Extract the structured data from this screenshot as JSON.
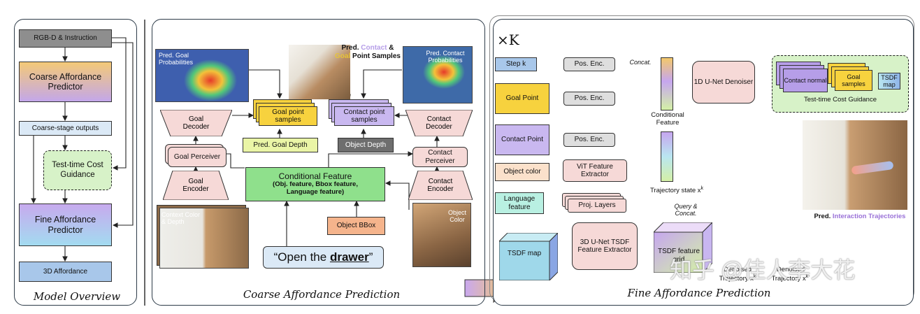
{
  "overview": {
    "rgbd": "RGB-D & Instruction",
    "coarse": "Coarse Affordance Predictor",
    "coarse_outputs": "Coarse-stage outputs",
    "ttcg": "Test-time Cost Guidance",
    "fine": "Fine Affordance Predictor",
    "affordance3d": "3D Affordance",
    "caption": "Model Overview"
  },
  "coarse": {
    "pred_goal_prob": "Pred. Goal Probabilities",
    "pred_samples_a": "Pred. ",
    "pred_samples_contact": "Contact",
    "pred_samples_and": " & ",
    "pred_samples_goal": "Goal",
    "pred_samples_b": " Point Samples",
    "pred_contact_prob": "Pred. Contact Probabilities",
    "goal_decoder": "Goal Decoder",
    "goal_point_samples": "Goal point samples",
    "contact_point_samples": "Contact point samples",
    "contact_decoder": "Contact Decoder",
    "pred_goal_depth": "Pred. Goal Depth",
    "object_depth": "Object Depth",
    "goal_perceiver": "Goal Perceiver",
    "contact_perceiver": "Contact Perceiver",
    "cond_feature_title": "Conditional Feature",
    "cond_feature_sub": "(Obj. feature, Bbox feature, Language feature)",
    "goal_encoder": "Goal Encoder",
    "contact_encoder": "Contact Encoder",
    "context_color": "Context Color & Depth",
    "object_color": "Object Color",
    "object_bbox": "Object BBox",
    "instruction_a": "“Open the ",
    "instruction_b": "drawer",
    "instruction_c": "”",
    "caption": "Coarse Affordance Prediction"
  },
  "fine": {
    "times_k": "×K",
    "step_k": "Step k",
    "pos_enc": "Pos. Enc.",
    "goal_point": "Goal Point",
    "contact_point": "Contact Point",
    "object_color": "Object color",
    "vit": "ViT Feature Extractor",
    "language_feature": "Language feature",
    "proj_layers": "Proj. Layers",
    "concat": "Concat.",
    "conditional_feature": "Conditional Feature",
    "trajectory_state": "Trajectory state x",
    "trajectory_sup": "k",
    "unet1d": "1D U-Net Denoiser",
    "contact_normal": "Contact normal",
    "goal_samples": "Goal samples",
    "tsdf_map_small": "TSDF map",
    "ttcg": "Test-time Cost Guidance",
    "pred_a": "Pred. ",
    "pred_b": "Interaction Trajectories",
    "query_concat": "Query & Concat.",
    "tsdf_map": "TSDF map",
    "unet3d": "3D U-Net TSDF Feature Extractor",
    "tsdf_feature_grid": "TSDF feature grid",
    "denoised_1": "Denoised Trajectory x",
    "denoised_1_sup": "k",
    "denoised_2": "Denoised Trajectory x",
    "denoised_2_sup": "k-",
    "watermark": "知乎 @佳人李大花",
    "caption": "Fine Affordance Prediction"
  },
  "colors": {
    "gray_box": "#8e8e8e",
    "light_blue": "#dbe9f6",
    "pink": "#f6d9d7",
    "yellow": "#f7d23e",
    "purple": "#c9b8f0",
    "green": "#8fe08c",
    "orange": "#f5b48c",
    "cyan": "#b9e6f0",
    "ttcg_green": "#d7f2c8",
    "contact_purple": "#b69ee8",
    "goal_yellow": "#e6c43a"
  }
}
